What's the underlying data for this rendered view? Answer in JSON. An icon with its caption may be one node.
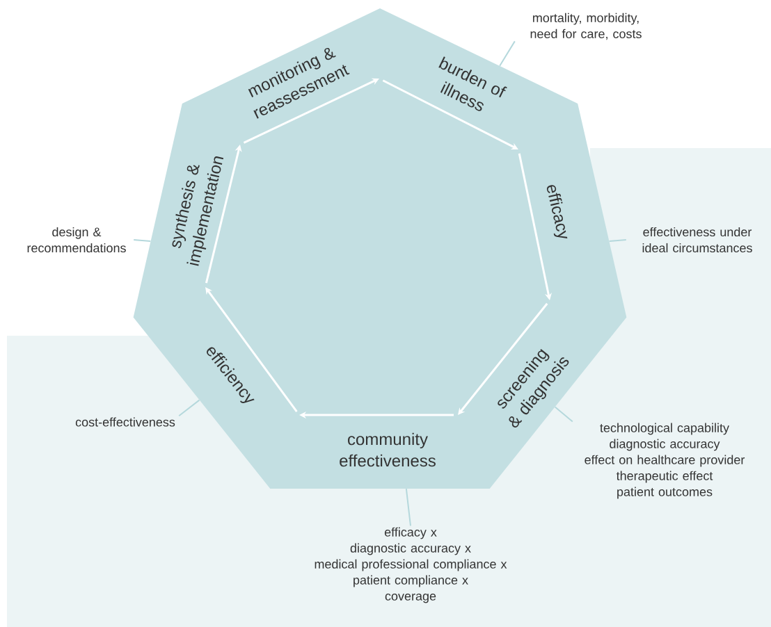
{
  "diagram": {
    "nodes": [
      {
        "text": [],
        "shape": "heptagon"
      },
      {
        "text": [
          "burden of illness"
        ],
        "in": 0
      },
      {
        "text": [
          "efficacy"
        ],
        "in": 0
      },
      {
        "text": [
          "screening & diagnosis"
        ],
        "in": 0
      },
      {
        "text": [
          "community effectiveness"
        ],
        "in": 0
      },
      {
        "text": [
          "efficiency"
        ],
        "in": 0
      },
      {
        "text": [
          "synthesis & implementation"
        ],
        "in": 0
      },
      {
        "text": [
          "monitoring & reassessment"
        ],
        "in": 0
      },
      {
        "text": [
          "mortality, morbidity, need for care, costs"
        ]
      },
      {
        "text": [
          "effectiveness under ideal circumstances"
        ]
      },
      {
        "text": [
          "technological capability",
          "diagnostic accuracy",
          "effect on healthcare provider",
          "therapeutic effect",
          "patient outcomes"
        ]
      },
      {
        "text": [
          "efficacy x",
          "diagnostic accuracy x",
          "medical professional compliance x",
          "patient compliance x",
          "coverage"
        ]
      },
      {
        "text": [
          "cost-effectiveness"
        ]
      },
      {
        "text": [
          "design & recommendations"
        ]
      }
    ],
    "edges": [
      {
        "from": 8,
        "to": 0,
        "arrow": "none"
      },
      {
        "from": 9,
        "to": 0,
        "arrow": "none"
      },
      {
        "from": 10,
        "to": 0,
        "arrow": "none"
      },
      {
        "from": 11,
        "to": 0,
        "arrow": "none"
      },
      {
        "from": 12,
        "to": 0,
        "arrow": "none"
      },
      {
        "from": 13,
        "to": 0,
        "arrow": "none"
      }
    ]
  }
}
